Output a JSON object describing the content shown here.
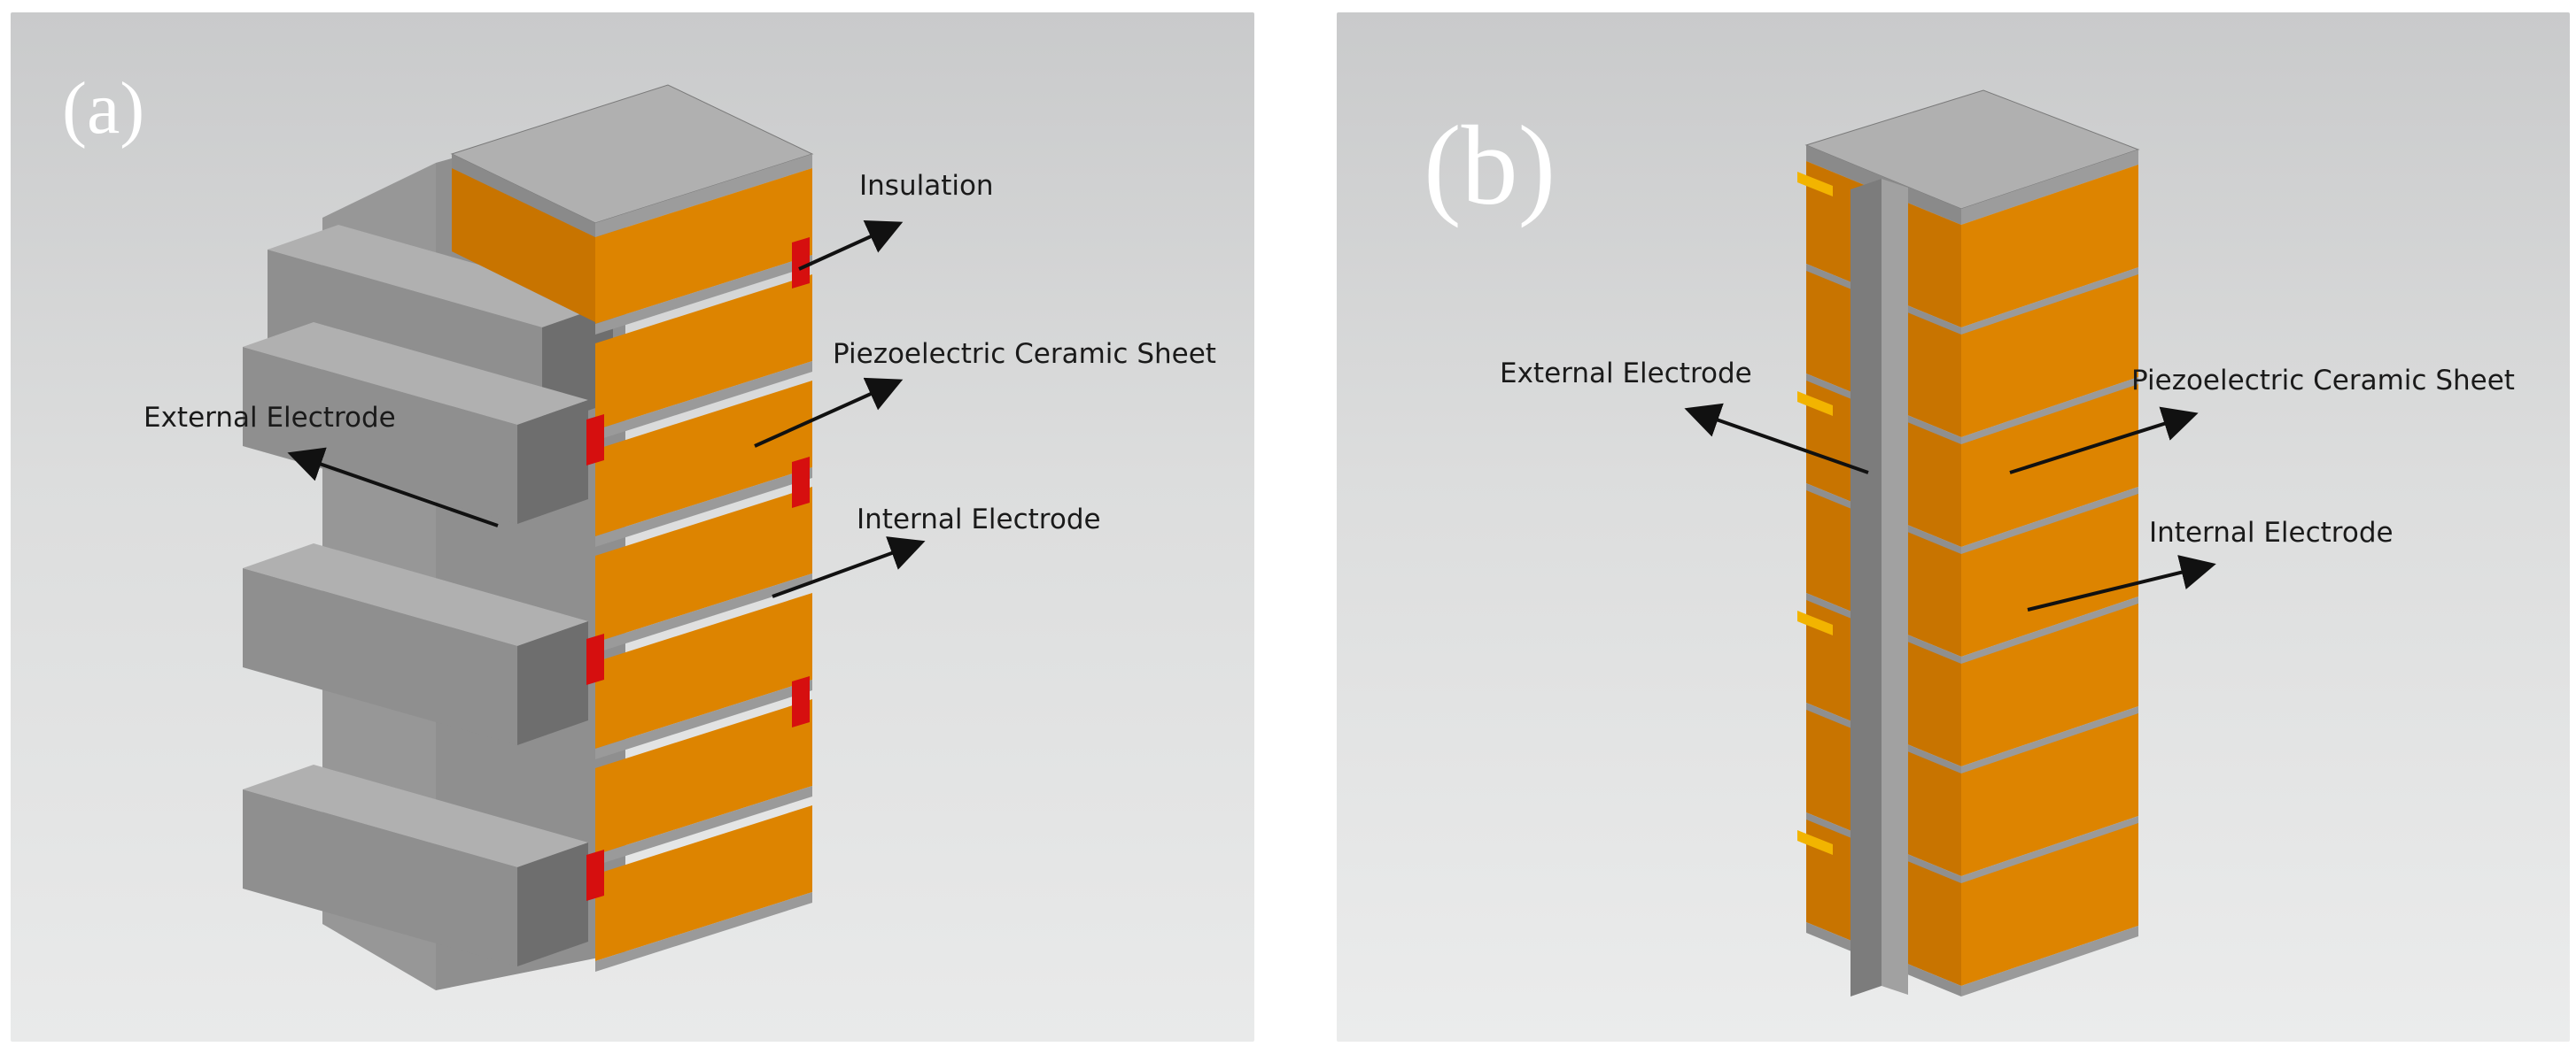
{
  "panels": [
    {
      "id": "a",
      "label": "(a)",
      "callouts": {
        "insulation": "Insulation",
        "ceramic": "Piezoelectric Ceramic Sheet",
        "external": "External Electrode",
        "internal": "Internal Electrode"
      }
    },
    {
      "id": "b",
      "label": "(b)",
      "callouts": {
        "external": "External Electrode",
        "ceramic": "Piezoelectric Ceramic Sheet",
        "internal": "Internal Electrode"
      }
    }
  ],
  "colors": {
    "ceramic_front": "#dd8400",
    "ceramic_side": "#c87400",
    "electrode_gray": "#8f8f8f",
    "electrode_dark": "#6e6e6e",
    "electrode_light": "#b0b0b0",
    "insulation_red": "#d60f0f",
    "inner_edge_yellow": "#f2b400",
    "arrow": "#111111"
  }
}
